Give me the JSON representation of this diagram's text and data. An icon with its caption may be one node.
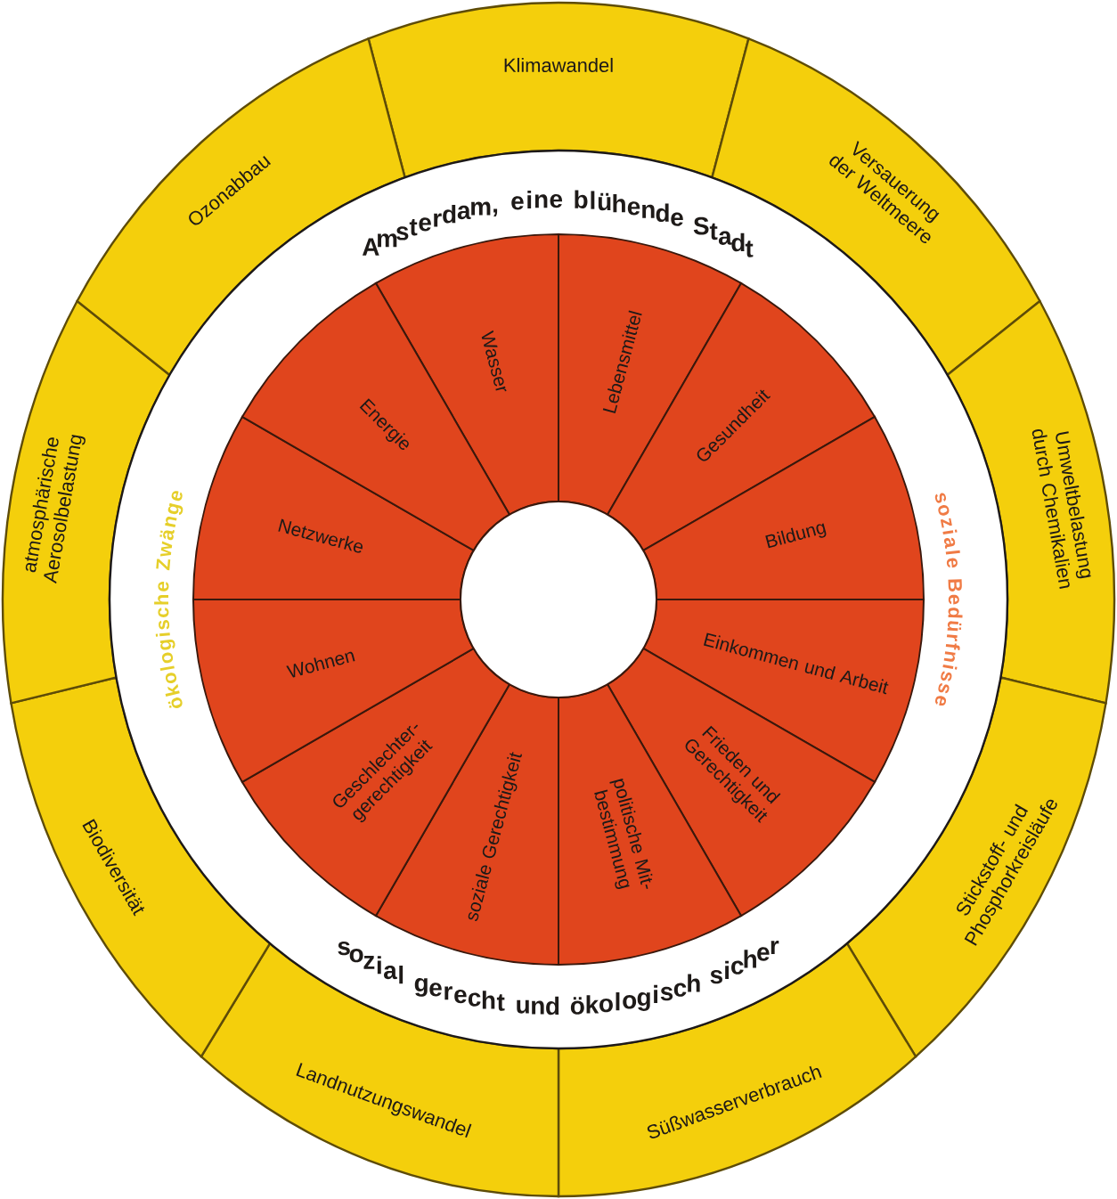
{
  "diagram": {
    "nodes": [
      {
        "text": [
          "Klimawandel"
        ]
      },
      {
        "text": [
          "Versauerung der Weltmeere"
        ]
      },
      {
        "text": [
          "Umweltbelastung durch Chemikalien"
        ]
      },
      {
        "text": [
          "Stickstoff- und Phosphorkreisläufe"
        ]
      },
      {
        "text": [
          "Süßwasserverbrauch"
        ]
      },
      {
        "text": [
          "Landnutzungswandel"
        ]
      },
      {
        "text": [
          "Biodiversität"
        ]
      },
      {
        "text": [
          "atmosphärische Aerosolbelastung"
        ]
      },
      {
        "text": [
          "Ozonabbau"
        ]
      },
      {
        "text": [
          "Wasser"
        ]
      },
      {
        "text": [
          "Lebensmittel"
        ]
      },
      {
        "text": [
          "Gesundheit"
        ]
      },
      {
        "text": [
          "Bildung"
        ]
      },
      {
        "text": [
          "Einkommen und Arbeit"
        ]
      },
      {
        "text": [
          "Frieden und Gerechtigkeit"
        ]
      },
      {
        "text": [
          "politische Mit- bestimmung"
        ]
      },
      {
        "text": [
          "soziale Gerechtigkeit"
        ]
      },
      {
        "text": [
          "Geschlechter- gerechtigkeit"
        ]
      },
      {
        "text": [
          "Wohnen"
        ]
      },
      {
        "text": [
          "Netzwerke"
        ]
      },
      {
        "text": [
          "Energie"
        ]
      },
      {
        "text": [],
        "shape": "circle"
      }
    ],
    "labels": [
      "Amsterdam, eine blühende Stadt",
      "ökologische Zwänge",
      "soziale Bedürfnisse",
      "sozial gerecht und ökologisch sicher"
    ]
  }
}
